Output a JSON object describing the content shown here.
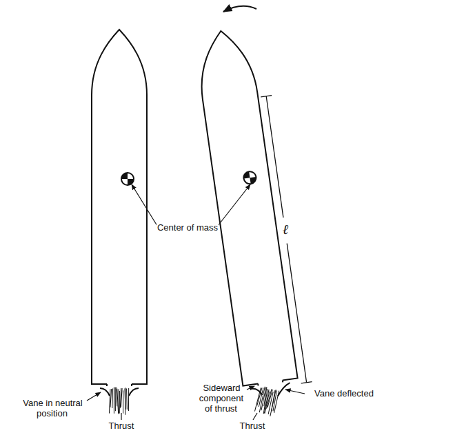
{
  "diagram": {
    "labels": [
      "Center of mass",
      "Vane in neutral position",
      "Thrust",
      "ℓ",
      "Sideward component of thrust",
      "Vane deflected",
      "Thrust"
    ]
  }
}
